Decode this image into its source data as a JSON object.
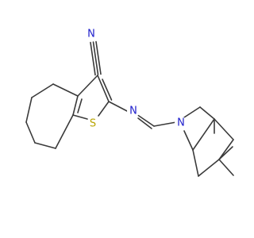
{
  "diagram": {
    "type": "chemical-structure",
    "background_color": "#ffffff",
    "bond_color": "#3a3a3a",
    "atoms": [
      {
        "id": "n_nitrile",
        "label": "N",
        "color": "#1f1fcc"
      },
      {
        "id": "s_thiophene",
        "label": "S",
        "color": "#b8a400"
      },
      {
        "id": "n_imine",
        "label": "N",
        "color": "#1f1fcc"
      },
      {
        "id": "n_ring",
        "label": "N",
        "color": "#1f1fcc"
      }
    ]
  }
}
